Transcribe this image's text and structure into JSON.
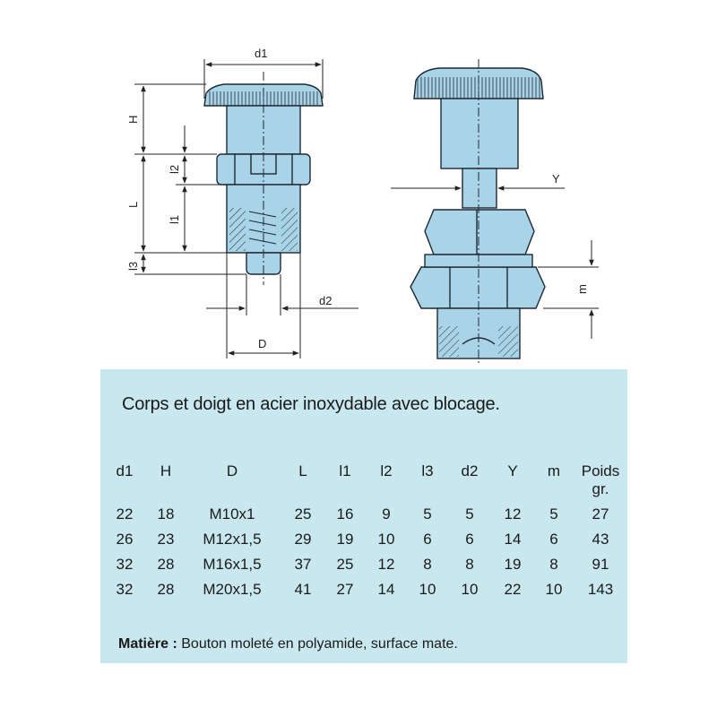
{
  "drawing": {
    "left_view": {
      "labels": {
        "d1": "d1",
        "H": "H",
        "l2": "l2",
        "L": "L",
        "l1": "l1",
        "l3": "l3",
        "d2": "d2",
        "D": "D"
      }
    },
    "right_view": {
      "labels": {
        "Y": "Y",
        "m": "m"
      }
    },
    "part_fill": "#a9d3e7",
    "outline": "#1d2a36"
  },
  "panel": {
    "background": "#c9e7ef",
    "title": "Corps et doigt en acier inoxydable avec blocage.",
    "table": {
      "headers": [
        "d1",
        "H",
        "D",
        "L",
        "l1",
        "l2",
        "l3",
        "d2",
        "Y",
        "m",
        "Poids\ngr."
      ],
      "rows": [
        [
          "22",
          "18",
          "M10x1",
          "25",
          "16",
          "9",
          "5",
          "5",
          "12",
          "5",
          "27"
        ],
        [
          "26",
          "23",
          "M12x1,5",
          "29",
          "19",
          "10",
          "6",
          "6",
          "14",
          "6",
          "43"
        ],
        [
          "32",
          "28",
          "M16x1,5",
          "37",
          "25",
          "12",
          "8",
          "8",
          "19",
          "8",
          "91"
        ],
        [
          "32",
          "28",
          "M20x1,5",
          "41",
          "27",
          "14",
          "10",
          "10",
          "22",
          "10",
          "143"
        ]
      ]
    },
    "material": {
      "label": "Matière :",
      "text": " Bouton moleté en polyamide, surface mate."
    }
  }
}
